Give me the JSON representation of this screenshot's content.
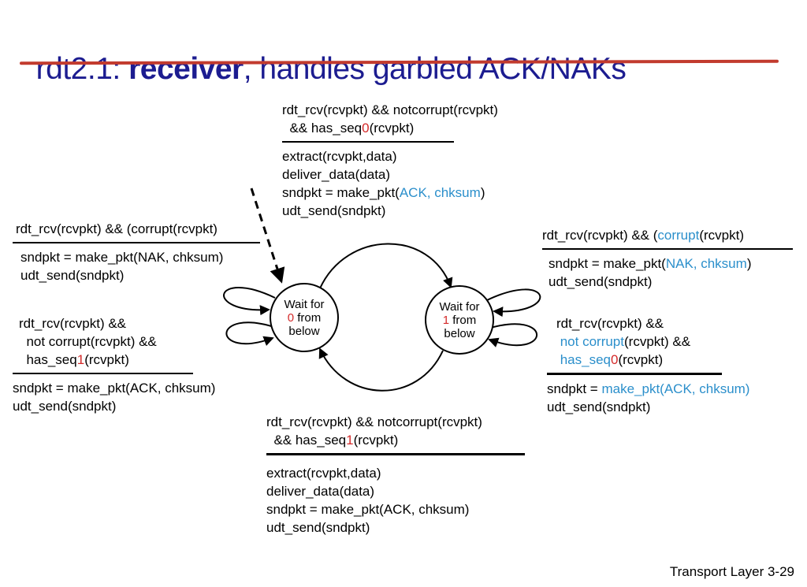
{
  "slide": {
    "title_pre": "rdt2.1: ",
    "title_bold": "receiver",
    "title_post": ", handles garbled ACK/NAKs",
    "footer": "Transport Layer 3-29"
  },
  "colors": {
    "title_navy": "#1c1c90",
    "underline_red": "#c23b2e",
    "seq_red": "#d42a2a",
    "code_blue": "#2b8fcb"
  },
  "states": {
    "left": {
      "line1": "Wait for",
      "seq": "0",
      "line2_rest": " from",
      "line3": "below"
    },
    "right": {
      "line1": "Wait for",
      "seq": "1",
      "line2_rest": " from",
      "line3": "below"
    }
  },
  "transitions": {
    "top": {
      "c1": "rdt_rcv(rcvpkt) && notcorrupt(rcvpkt)",
      "c2a": "  && has_seq",
      "c2_seq": "0",
      "c2b": "(rcvpkt)",
      "a1": "extract(rcvpkt,data)",
      "a2": "deliver_data(data)",
      "a3a": "sndpkt = make_pkt(",
      "a3_blue": "ACK, chksum",
      "a3c": ")",
      "a4": "udt_send(sndpkt)"
    },
    "left_top": {
      "c1": "rdt_rcv(rcvpkt) && (corrupt(rcvpkt)",
      "a1": "sndpkt = make_pkt(NAK, chksum)",
      "a2": "udt_send(sndpkt)"
    },
    "left_bottom": {
      "c1": "rdt_rcv(rcvpkt) &&",
      "c2": "  not corrupt(rcvpkt) &&",
      "c3a": "  has_seq",
      "c3_seq": "1",
      "c3b": "(rcvpkt)",
      "a1": "sndpkt = make_pkt(ACK, chksum)",
      "a2": "udt_send(sndpkt)"
    },
    "right_top": {
      "c1a": "rdt_rcv(rcvpkt) && (",
      "c1_blue": "corrupt",
      "c1b": "(rcvpkt)",
      "a1a": "sndpkt = make_pkt(",
      "a1_blue": "NAK, chksum",
      "a1b": ")",
      "a2": "udt_send(sndpkt)"
    },
    "right_bottom": {
      "c1": "rdt_rcv(rcvpkt) &&",
      "c2_blue": " not corrupt",
      "c2b": "(rcvpkt) &&",
      "c3_blue": " has_seq",
      "c3_seq": "0",
      "c3b": "(rcvpkt)",
      "a1a": "sndpkt = ",
      "a1_blue": "make_pkt(ACK, chksum)",
      "a2": "udt_send(sndpkt)"
    },
    "bottom": {
      "c1": "rdt_rcv(rcvpkt) && notcorrupt(rcvpkt)",
      "c2a": "  && has_seq",
      "c2_seq": "1",
      "c2b": "(rcvpkt)",
      "a1": "extract(rcvpkt,data)",
      "a2": "deliver_data(data)",
      "a3": "sndpkt = make_pkt(ACK, chksum)",
      "a4": "udt_send(sndpkt)"
    }
  }
}
